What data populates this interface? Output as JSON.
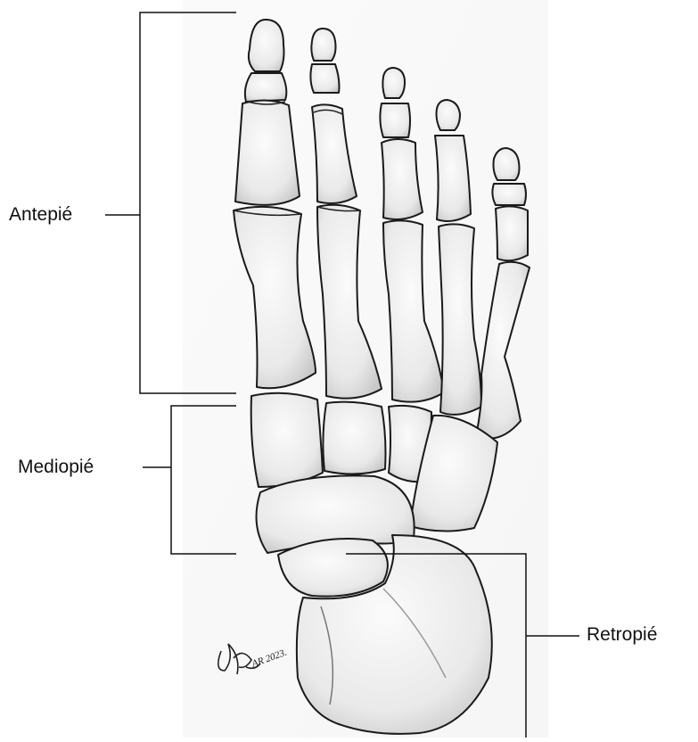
{
  "figure": {
    "regions": [
      {
        "id": "antepie",
        "label": "Antepié"
      },
      {
        "id": "mediopie",
        "label": "Mediopié"
      },
      {
        "id": "retropie",
        "label": "Retropié"
      }
    ],
    "signature": "AR 2023."
  }
}
